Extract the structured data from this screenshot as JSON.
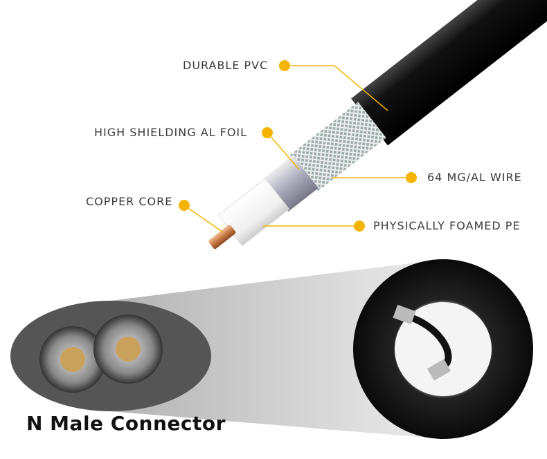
{
  "labels": {
    "pvc": "DURABLE PVC",
    "foil": "HIGH SHIELDING AL FOIL",
    "core": "COPPER CORE",
    "wire": "64 MG/AL WIRE",
    "pe": "PHYSICALLY FOAMED PE"
  },
  "caption": "N Male Connector",
  "colors": {
    "accent": "#f5b400",
    "text": "#3a3a3a",
    "jacket": "#111111"
  }
}
